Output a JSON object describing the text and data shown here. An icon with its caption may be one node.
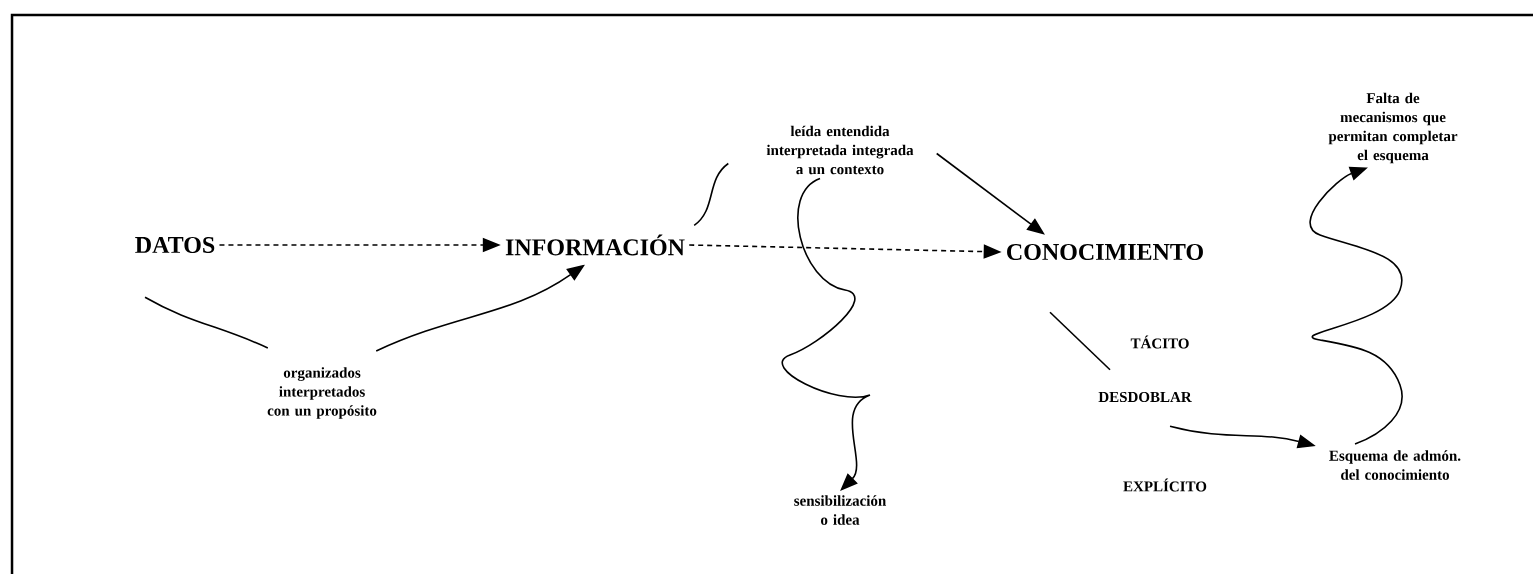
{
  "diagram": {
    "nodes": [
      {
        "text": [
          "DATOS"
        ]
      },
      {
        "text": [
          "INFORMACIÓN"
        ]
      },
      {
        "text": [
          "CONOCIMIENTO"
        ]
      },
      {
        "text": [
          "organizados interpretados con un propósito"
        ]
      },
      {
        "text": [
          "leída entendida interpretada integrada a un contexto"
        ]
      },
      {
        "text": [
          "sensibilización o idea"
        ]
      },
      {
        "text": [
          "TÁCITO"
        ]
      },
      {
        "text": [
          "DESDOBLAR"
        ]
      },
      {
        "text": [
          "EXPLÍCITO"
        ]
      },
      {
        "text": [
          "Esquema de admón. del conocimiento"
        ]
      },
      {
        "text": [
          "Falta de mecanismos que permitan completar el esquema"
        ]
      }
    ],
    "edges": [
      {
        "from": 0,
        "to": 1,
        "arrow": "to",
        "style": "dashed"
      },
      {
        "from": 1,
        "to": 2,
        "arrow": "to",
        "style": "dashed"
      },
      {
        "from": 0,
        "to": 3,
        "arrow": "none"
      },
      {
        "from": 3,
        "to": 1,
        "arrow": "to"
      },
      {
        "from": 1,
        "to": 4,
        "arrow": "none"
      },
      {
        "from": 4,
        "to": 2,
        "arrow": "to"
      },
      {
        "from": 4,
        "to": 5,
        "arrow": "to"
      },
      {
        "from": 2,
        "to": 7,
        "arrow": "none"
      },
      {
        "from": 7,
        "to": 9,
        "arrow": "to"
      },
      {
        "from": 9,
        "to": 10,
        "arrow": "to"
      }
    ]
  }
}
